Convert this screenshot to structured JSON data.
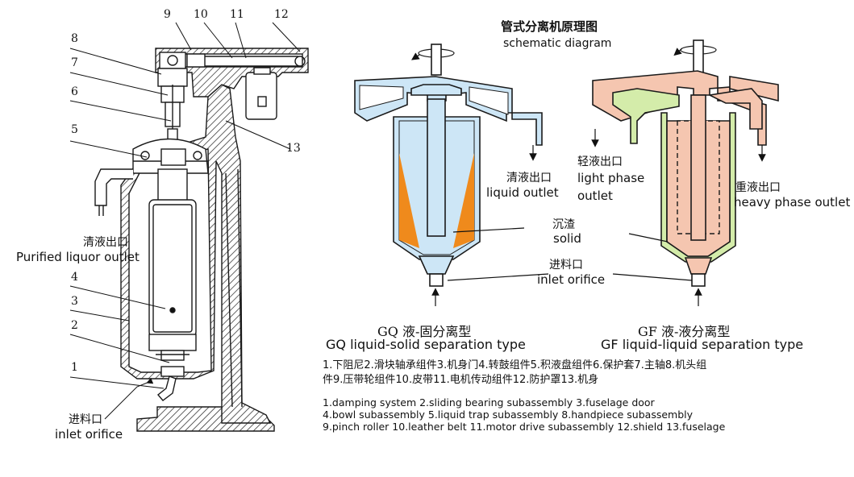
{
  "left_callouts": [
    "9",
    "10",
    "11",
    "12",
    "8",
    "7",
    "6",
    "5",
    "13",
    "4",
    "3",
    "2",
    "1"
  ],
  "left_labels": {
    "purified_zh": "清液出口",
    "purified_en": "Purified liquor outlet",
    "inlet_zh": "进料口",
    "inlet_en": "inlet orifice"
  },
  "title": {
    "zh": "管式分离机原理图",
    "en": "schematic diagram"
  },
  "gq": {
    "liquid_outlet_zh": "清液出口",
    "liquid_outlet_en": "liquid outlet",
    "solid_zh": "沉渣",
    "solid_en": "solid",
    "inlet_zh": "进料口",
    "inlet_en": "inlet orifice",
    "type_zh": "GQ 液-固分离型",
    "type_en": "GQ liquid-solid separation type"
  },
  "gf": {
    "light_zh": "轻液出口",
    "light_en1": "light phase",
    "light_en2": "outlet",
    "heavy_zh": "重液出口",
    "heavy_en": "heavy phase outlet",
    "type_zh": "GF 液-液分离型",
    "type_en": "GF liquid-liquid separation type"
  },
  "legend_zh": [
    "1.下阻尼2.滑块轴承组件3.机身门4.转鼓组件5.积液盘组件6.保护套7.主轴8.机头组",
    "件9.压带轮组件10.皮带11.电机传动组件12.防护罩13.机身"
  ],
  "legend_en": [
    "1.damping system 2.sliding bearing subassembly 3.fuselage door",
    "4.bowl subassembly  5.liquid trap subassembly 8.handpiece subassembly",
    "9.pinch roller 10.leather belt 11.motor drive subassembly 12.shield 13.fuselage"
  ],
  "colors": {
    "line": "#1a1a1a",
    "gq_liquid": "#cde6f6",
    "gq_solid": "#ef8a1c",
    "gf_heavy": "#f5c6b0",
    "gf_light": "#d4ecaa"
  }
}
